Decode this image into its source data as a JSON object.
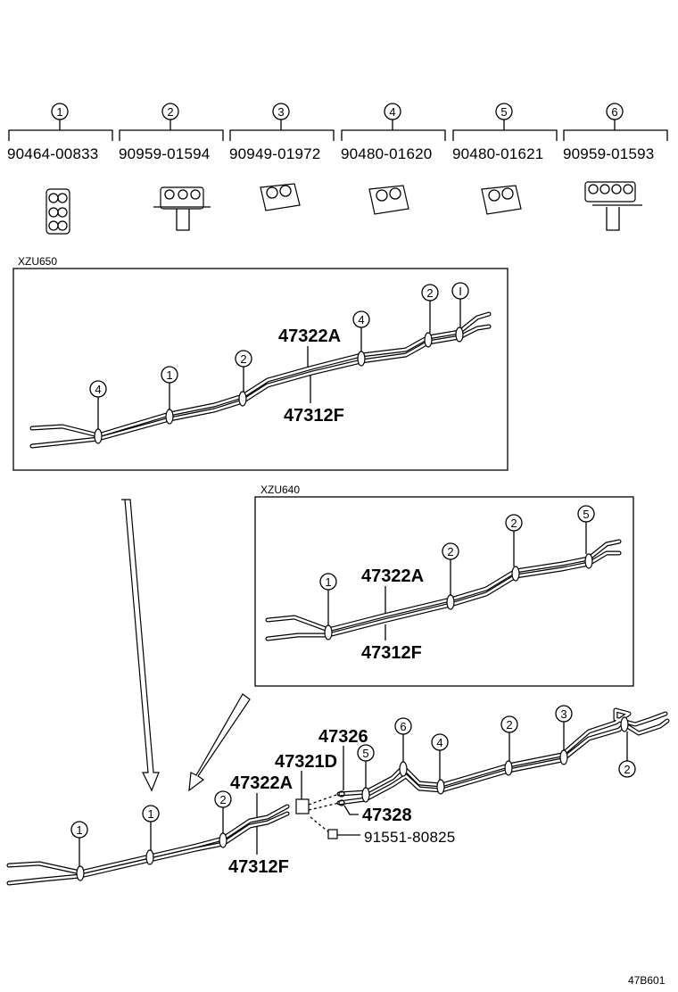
{
  "parts_header": [
    {
      "callout": "1",
      "part_no": "90464-00833",
      "icon": "clamp-icon-1"
    },
    {
      "callout": "2",
      "part_no": "90959-01594",
      "icon": "clamp-icon-2"
    },
    {
      "callout": "3",
      "part_no": "90949-01972",
      "icon": "clamp-icon-3"
    },
    {
      "callout": "4",
      "part_no": "90480-01620",
      "icon": "clamp-icon-4"
    },
    {
      "callout": "5",
      "part_no": "90480-01621",
      "icon": "clamp-icon-5"
    },
    {
      "callout": "6",
      "part_no": "90959-01593",
      "icon": "clamp-icon-6"
    }
  ],
  "panel_xzu650": {
    "title": "XZU650",
    "label_a": "47322A",
    "label_f": "47312F",
    "callouts": [
      "4",
      "1",
      "2",
      "4",
      "2",
      "I"
    ]
  },
  "panel_xzu640": {
    "title": "XZU640",
    "label_a": "47322A",
    "label_f": "47312F",
    "callouts": [
      "1",
      "2",
      "2",
      "5"
    ]
  },
  "main_assembly": {
    "label_a": "47322A",
    "label_f": "47312F",
    "label_326": "47326",
    "label_321d": "47321D",
    "label_328": "47328",
    "label_bolt": "91551-80825",
    "callouts": [
      "1",
      "1",
      "2",
      "5",
      "6",
      "4",
      "2",
      "3",
      "2"
    ]
  },
  "footer": {
    "code": "47B601"
  }
}
